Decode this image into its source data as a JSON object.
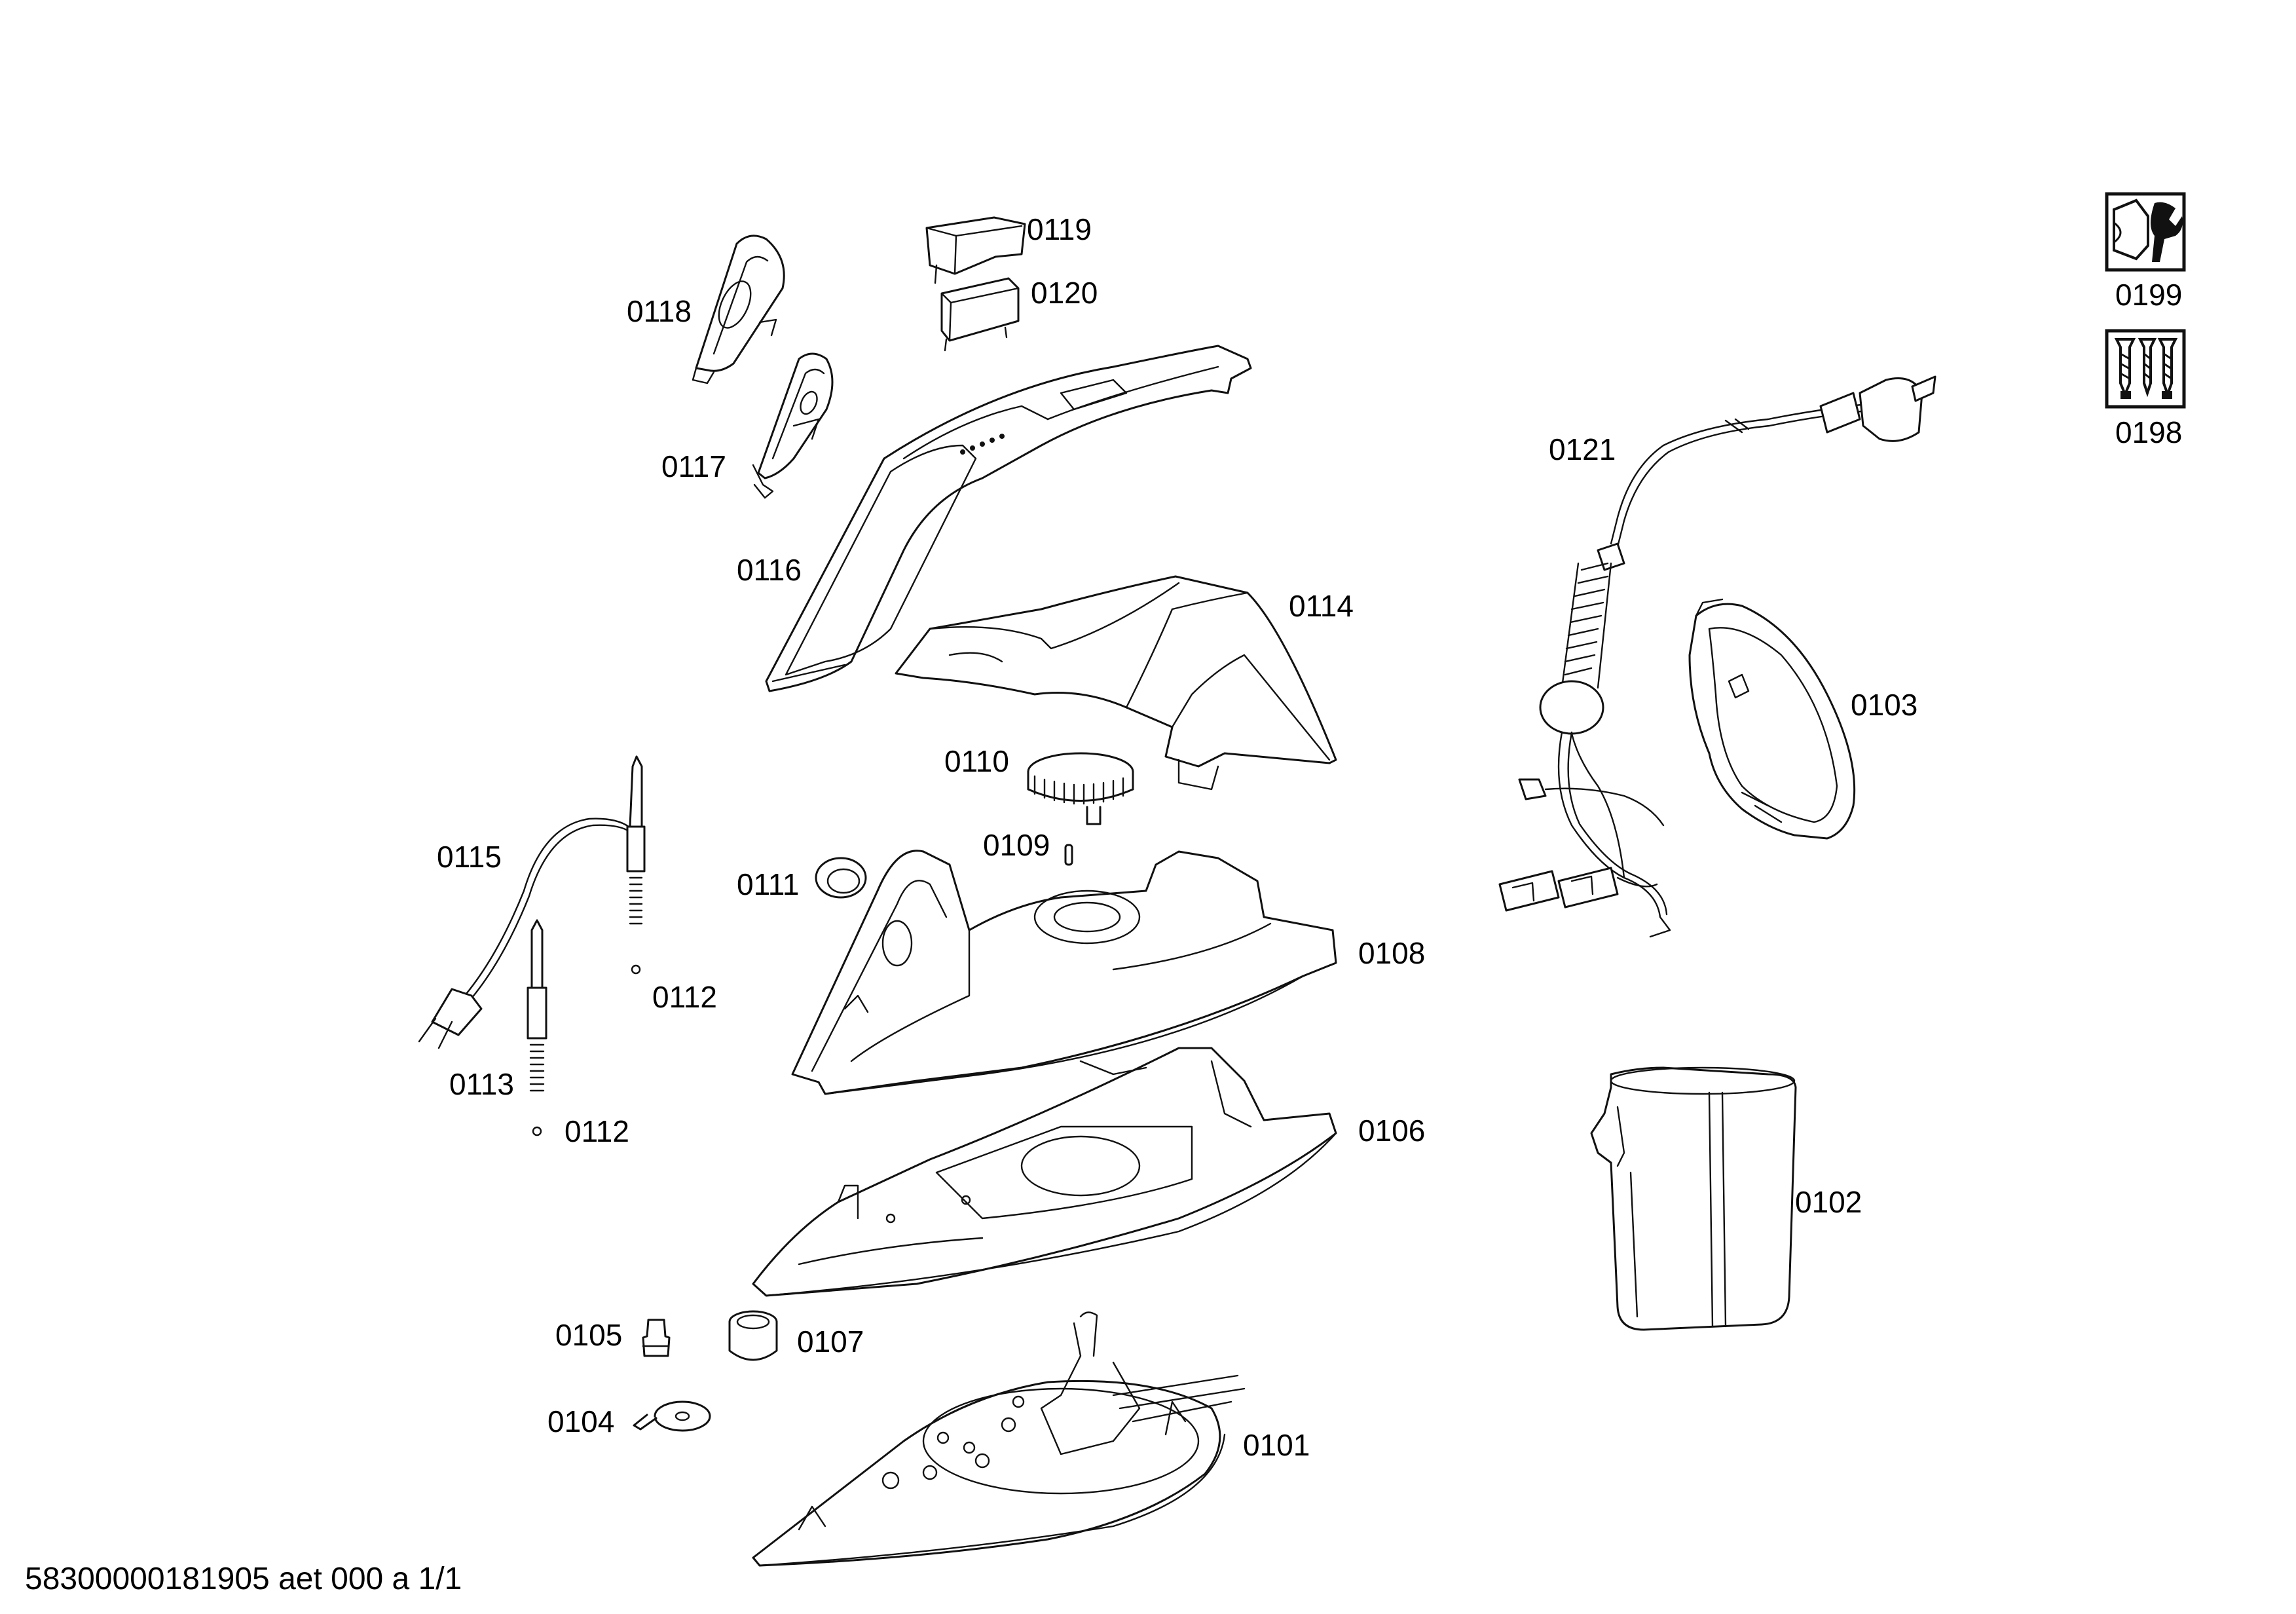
{
  "footer": "58300000181905 aet 000 a 1/1",
  "callouts": {
    "p0101": "0101",
    "p0102": "0102",
    "p0103": "0103",
    "p0104": "0104",
    "p0105": "0105",
    "p0106": "0106",
    "p0107": "0107",
    "p0108": "0108",
    "p0109": "0109",
    "p0110": "0110",
    "p0111": "0111",
    "p0112a": "0112",
    "p0112b": "0112",
    "p0113": "0113",
    "p0114": "0114",
    "p0115": "0115",
    "p0116": "0116",
    "p0117": "0117",
    "p0118": "0118",
    "p0119": "0119",
    "p0120": "0120",
    "p0121": "0121",
    "p0198": "0198",
    "p0199": "0199"
  },
  "icons": {
    "p0198": "screws-icon",
    "p0199": "wrench-nut-icon"
  }
}
